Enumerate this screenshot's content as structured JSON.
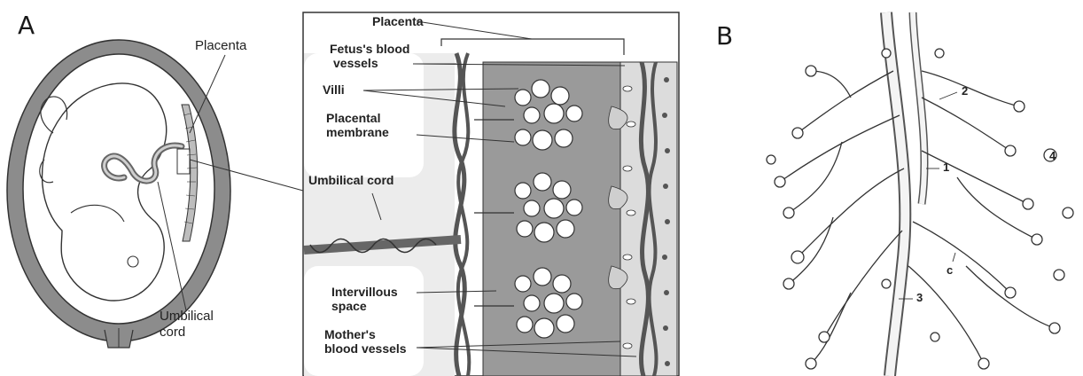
{
  "panels": {
    "a_letter": "A",
    "b_letter": "B"
  },
  "panel_a_overview": {
    "placenta": "Placenta",
    "umbilical_cord_line1": "Umbilical",
    "umbilical_cord_line2": "cord"
  },
  "panel_a_detail": {
    "placenta": "Placenta",
    "fetus_vessels_line1": "Fetus's blood",
    "fetus_vessels_line2": "vessels",
    "villi": "Villi",
    "membrane_line1": "Placental",
    "membrane_line2": "membrane",
    "umbilical_cord": "Umbilical cord",
    "intervillous_line1": "Intervillous",
    "intervillous_line2": "space",
    "mother_vessels_line1": "Mother's",
    "mother_vessels_line2": "blood vessels"
  },
  "panel_b_labels": [
    "1",
    "2",
    "3",
    "4",
    "c"
  ],
  "colors": {
    "line": "#333333",
    "uterus_wall": "#8c8c8c",
    "intervillous": "#9a9a9a",
    "light_fill": "#d9d9d9"
  }
}
